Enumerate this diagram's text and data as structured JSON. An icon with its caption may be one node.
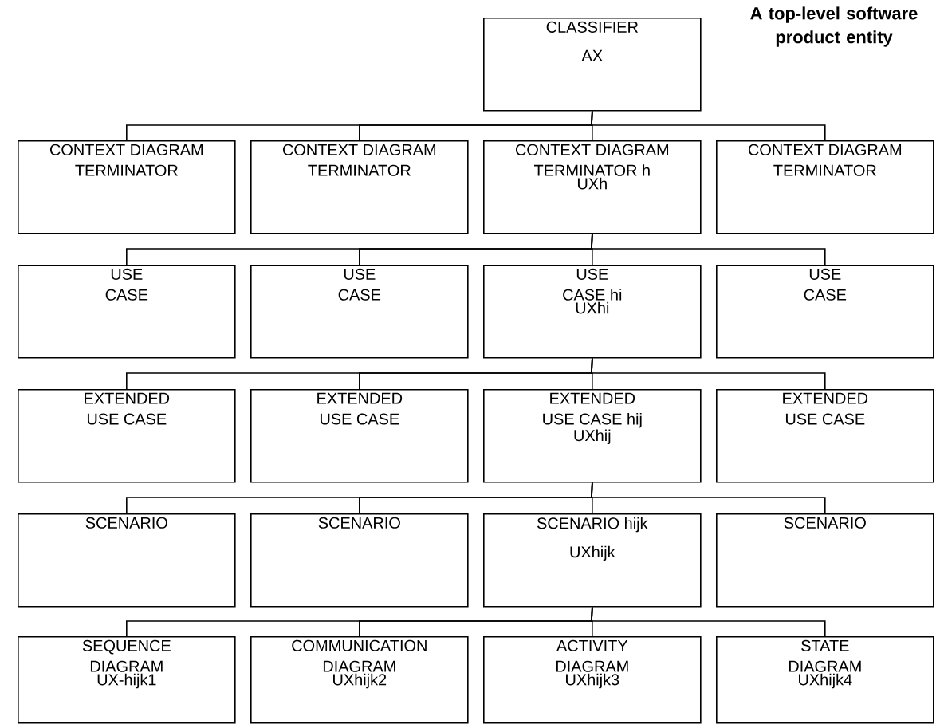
{
  "diagram": {
    "title": "A top-level software product entity",
    "nodes": [
      {
        "text": [
          "CLASSIFIER",
          "AX"
        ]
      },
      {
        "text": [
          "CONTEXT DIAGRAM TERMINATOR"
        ]
      },
      {
        "text": [
          "CONTEXT DIAGRAM TERMINATOR"
        ]
      },
      {
        "text": [
          "CONTEXT DIAGRAM TERMINATOR h",
          "UXh"
        ]
      },
      {
        "text": [
          "CONTEXT DIAGRAM TERMINATOR"
        ]
      },
      {
        "text": [
          "USE CASE"
        ]
      },
      {
        "text": [
          "USE CASE"
        ]
      },
      {
        "text": [
          "USE CASE hi",
          "UXhi"
        ]
      },
      {
        "text": [
          "USE CASE"
        ]
      },
      {
        "text": [
          "EXTENDED USE CASE"
        ]
      },
      {
        "text": [
          "EXTENDED USE CASE"
        ]
      },
      {
        "text": [
          "EXTENDED USE CASE hij",
          "UXhij"
        ]
      },
      {
        "text": [
          "EXTENDED USE CASE"
        ]
      },
      {
        "text": [
          "SCENARIO"
        ]
      },
      {
        "text": [
          "SCENARIO"
        ]
      },
      {
        "text": [
          "SCENARIO hijk",
          "UXhijk"
        ]
      },
      {
        "text": [
          "SCENARIO"
        ]
      },
      {
        "text": [
          "SEQUENCE DIAGRAM",
          "UX-hijk1"
        ]
      },
      {
        "text": [
          "COMMUNICATION DIAGRAM",
          "UXhijk2"
        ]
      },
      {
        "text": [
          "ACTIVITY DIAGRAM",
          "UXhijk3"
        ]
      },
      {
        "text": [
          "STATE DIAGRAM",
          "UXhijk4"
        ]
      }
    ],
    "edges": [
      {
        "from": 0,
        "to": 1,
        "arrow": "none"
      },
      {
        "from": 0,
        "to": 2,
        "arrow": "none"
      },
      {
        "from": 0,
        "to": 3,
        "arrow": "none"
      },
      {
        "from": 0,
        "to": 4,
        "arrow": "none"
      },
      {
        "from": 3,
        "to": 5,
        "arrow": "none"
      },
      {
        "from": 3,
        "to": 6,
        "arrow": "none"
      },
      {
        "from": 3,
        "to": 7,
        "arrow": "none"
      },
      {
        "from": 3,
        "to": 8,
        "arrow": "none"
      },
      {
        "from": 7,
        "to": 9,
        "arrow": "none"
      },
      {
        "from": 7,
        "to": 10,
        "arrow": "none"
      },
      {
        "from": 7,
        "to": 11,
        "arrow": "none"
      },
      {
        "from": 7,
        "to": 12,
        "arrow": "none"
      },
      {
        "from": 11,
        "to": 13,
        "arrow": "none"
      },
      {
        "from": 11,
        "to": 14,
        "arrow": "none"
      },
      {
        "from": 11,
        "to": 15,
        "arrow": "none"
      },
      {
        "from": 11,
        "to": 16,
        "arrow": "none"
      },
      {
        "from": 15,
        "to": 17,
        "arrow": "none"
      },
      {
        "from": 15,
        "to": 18,
        "arrow": "none"
      },
      {
        "from": 15,
        "to": 19,
        "arrow": "none"
      },
      {
        "from": 15,
        "to": 20,
        "arrow": "none"
      }
    ]
  }
}
